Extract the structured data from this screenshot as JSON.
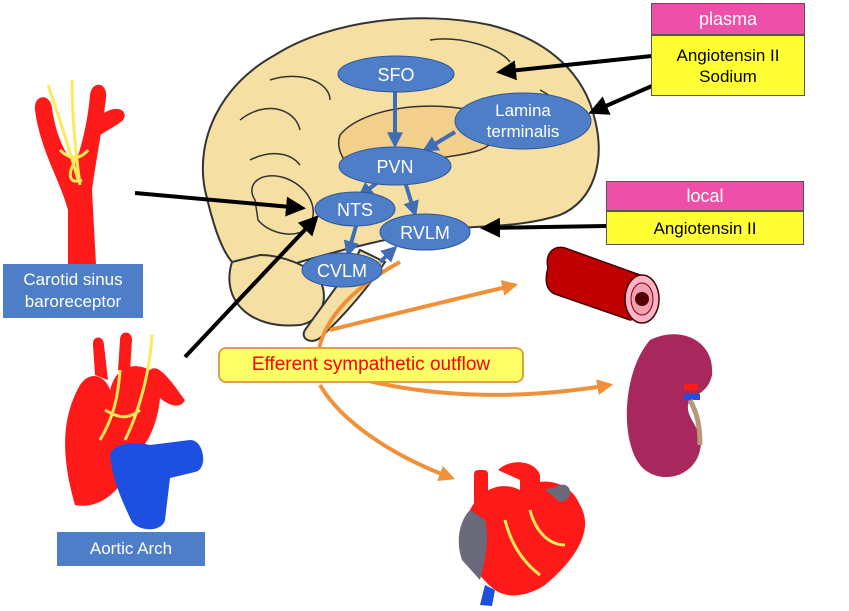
{
  "nodes": {
    "sfo": "SFO",
    "lamina_line1": "Lamina",
    "lamina_line2": "terminalis",
    "pvn": "PVN",
    "nts": "NTS",
    "rvlm": "RVLM",
    "cvlm": "CVLM"
  },
  "plasma_box": {
    "header": "plasma",
    "line1": "Angiotensin II",
    "line2": "Sodium"
  },
  "local_box": {
    "header": "local",
    "line1": "Angiotensin II"
  },
  "labels": {
    "carotid_line1": "Carotid sinus",
    "carotid_line2": "baroreceptor",
    "aortic": "Aortic Arch",
    "efferent": "Efferent sympathetic outflow"
  },
  "colors": {
    "brain": "#f5dfa3",
    "node_blue": "#4f7ec9",
    "artery_red": "#ff1a1a",
    "nerve_yellow": "#ffe85c",
    "vein_blue": "#1d4fe0",
    "orange_arrow": "#f0913a",
    "kidney": "#a8285e"
  }
}
